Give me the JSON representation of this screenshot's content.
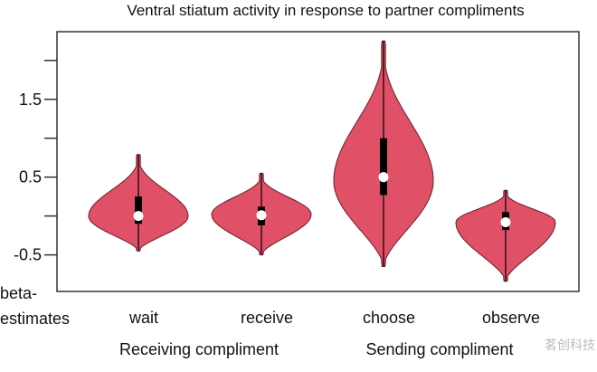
{
  "chart_data": {
    "type": "violin",
    "title": "Ventral stiatum activity in response to partner compliments",
    "ylabel": [
      "beta-",
      "estimates"
    ],
    "ylim": [
      -0.97,
      2.37
    ],
    "yticks": [
      -0.5,
      0,
      0.5,
      1.0,
      1.5,
      2.0
    ],
    "ytick_labels": [
      "-0.5",
      "",
      "0.5",
      "",
      "1.5",
      ""
    ],
    "grid": false,
    "fill_color": "#e05066",
    "categories": [
      "wait",
      "receive",
      "choose",
      "observe"
    ],
    "groups": [
      {
        "label": "Receiving compliment",
        "categories": [
          "wait",
          "receive"
        ]
      },
      {
        "label": "Sending compliment",
        "categories": [
          "choose",
          "observe"
        ]
      }
    ],
    "series": [
      {
        "name": "wait",
        "min": -0.45,
        "max": 0.79,
        "mode": 0.0,
        "median": 0.0,
        "q1": -0.1,
        "q3": 0.25
      },
      {
        "name": "receive",
        "min": -0.5,
        "max": 0.55,
        "mode": 0.02,
        "median": 0.01,
        "q1": -0.12,
        "q3": 0.12
      },
      {
        "name": "choose",
        "min": -0.65,
        "max": 2.25,
        "mode": 0.45,
        "median": 0.5,
        "q1": 0.27,
        "q3": 1.0
      },
      {
        "name": "observe",
        "min": -0.84,
        "max": 0.33,
        "mode": -0.08,
        "median": -0.08,
        "q1": -0.18,
        "q3": 0.05
      }
    ]
  },
  "watermark": "茗创科技"
}
